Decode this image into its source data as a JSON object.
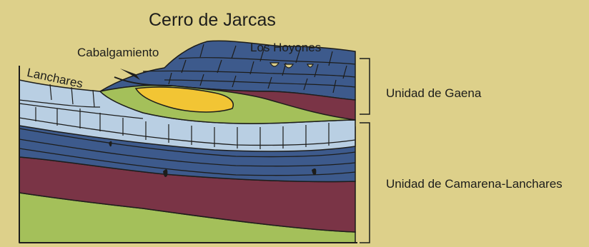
{
  "diagram": {
    "title": "Cerro de Jarcas",
    "labels": {
      "cabalgamiento": "Cabalgamiento",
      "los_hoyones": "Los Hoyones",
      "lanchares": "Lanchares"
    },
    "units": [
      {
        "name": "Unidad de Gaena"
      },
      {
        "name": "Unidad de Camarena-Lanchares"
      }
    ],
    "colors": {
      "background": "#ddd08a",
      "limestone_dark_blue": "#3d5a8c",
      "limestone_light_blue": "#b9cfe3",
      "marl_maroon": "#7a3446",
      "green_layer": "#a4c05a",
      "yellow_layer": "#f2c534",
      "lines": "#1d1d1b"
    }
  }
}
